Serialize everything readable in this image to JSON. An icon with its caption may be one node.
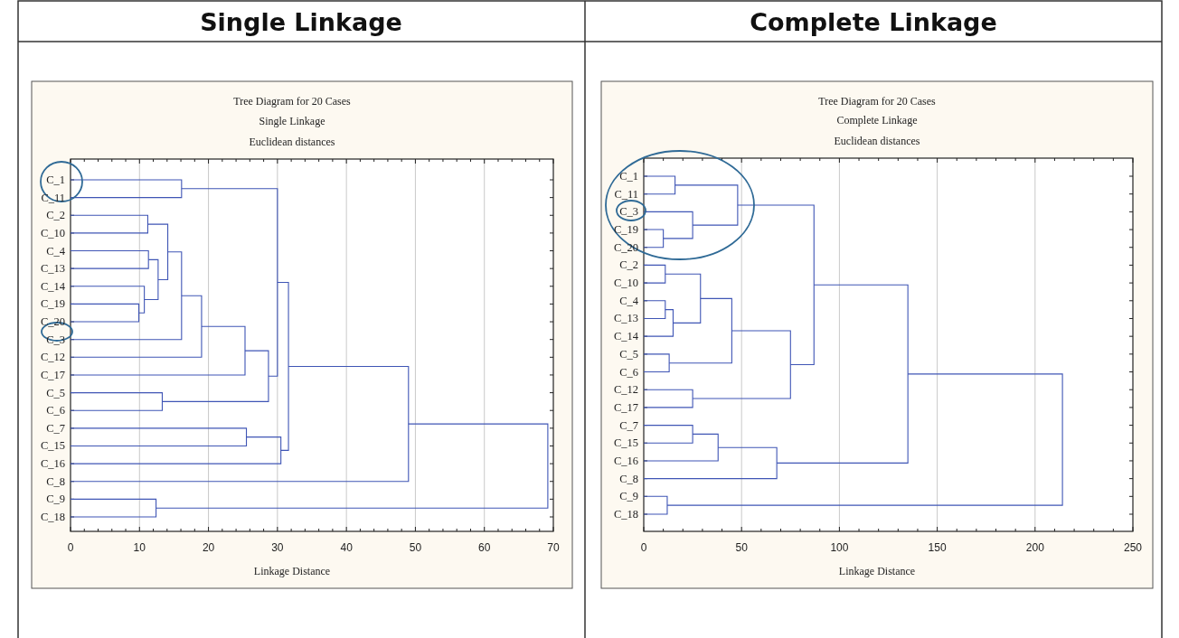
{
  "diagram": {
    "labels": [
      "Single Linkage",
      "Complete Linkage",
      "Tree Diagram for 20 Cases",
      "Single Linkage",
      "Euclidean distances",
      "C_1",
      "C_11",
      "C_2",
      "C_10",
      "C_4",
      "C_13",
      "C_14",
      "C_19",
      "C_20",
      "C_3",
      "C_12",
      "C_17",
      "C_5",
      "C_6",
      "C_7",
      "C_15",
      "C_16",
      "C_8",
      "C_9",
      "C_18",
      "0",
      "10",
      "20",
      "30",
      "40",
      "50",
      "60",
      "70",
      "Linkage Distance",
      "Tree Diagram for 20 Cases",
      "Complete Linkage",
      "Euclidean distances",
      "C_1",
      "C_11",
      "C_3",
      "C_19",
      "C_20",
      "C_2",
      "C_10",
      "C_4",
      "C_13",
      "C_14",
      "C_5",
      "C_6",
      "C_12",
      "C_17",
      "C_7",
      "C_15",
      "C_16",
      "C_8",
      "C_9",
      "C_18",
      "0",
      "50",
      "100",
      "150",
      "200",
      "250",
      "Linkage Distance"
    ]
  }
}
